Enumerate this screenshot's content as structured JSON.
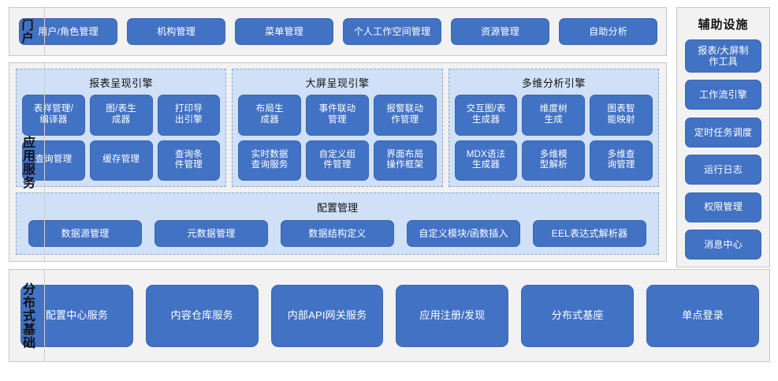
{
  "portal": {
    "band_label": "门户",
    "items": [
      "用户/角色管理",
      "机构管理",
      "菜单管理",
      "个人工作空间管理",
      "资源管理",
      "自助分析"
    ]
  },
  "app_service": {
    "band_label": "应用服务",
    "engines": [
      {
        "title": "报表呈现引擎",
        "items": [
          "表样管理/\n编译器",
          "图/表生\n成器",
          "打印导\n出引擎",
          "查询管理",
          "缓存管理",
          "查询条\n件管理"
        ]
      },
      {
        "title": "大屏呈现引擎",
        "items": [
          "布局生\n成器",
          "事件联动\n管理",
          "报警联动\n作管理",
          "实时数据\n查询服务",
          "自定义组\n件管理",
          "界面布局\n操作框架"
        ]
      },
      {
        "title": "多维分析引擎",
        "items": [
          "交互图/表\n生成器",
          "维度树\n生成",
          "图表智\n能映射",
          "MDX语法\n生成器",
          "多维模\n型解析",
          "多维查\n询管理"
        ]
      }
    ],
    "config": {
      "title": "配置管理",
      "items": [
        "数据源管理",
        "元数据管理",
        "数据结构定义",
        "自定义模块/函数插入",
        "EEL表达式解析器"
      ]
    }
  },
  "aside": {
    "title": "辅助设施",
    "items": [
      "报表/大屏制\n作工具",
      "工作流引擎",
      "定时任务调度",
      "运行日志",
      "权限管理",
      "消息中心"
    ]
  },
  "infrastructure": {
    "band_label": "分布式基础",
    "items": [
      "配置中心服务",
      "内容仓库服务",
      "内部API网关服务",
      "应用注册/发现",
      "分布式基座",
      "单点登录"
    ]
  },
  "colors": {
    "button_blue": "#4272c4",
    "panel_blue": "#cfe0f7",
    "shell_grey": "#f2f2f2",
    "border_grey": "#c8c8c8",
    "dashed_border": "#8fa6c4"
  }
}
